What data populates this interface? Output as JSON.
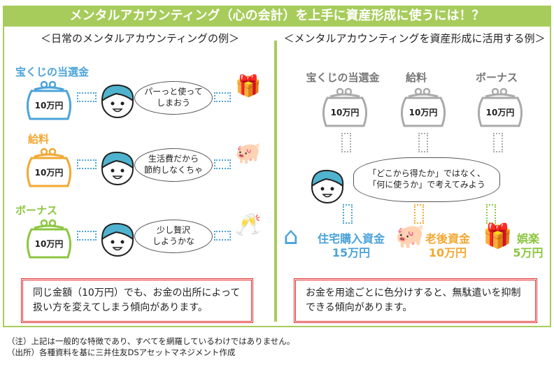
{
  "title": "メンタルアカウンティング（心の会計）を上手に資産形成に使うには！？",
  "left": {
    "subtitle": "＜日常のメンタルアカウンティングの例＞",
    "rows": [
      {
        "label": "宝くじの当選金",
        "amount": "10万円",
        "thought": "パーっと使って\nしまおう",
        "color": "#4ba3d9"
      },
      {
        "label": "給料",
        "amount": "10万円",
        "thought": "生活費だから\n節約しなくちゃ",
        "color": "#f2a832"
      },
      {
        "label": "ボーナス",
        "amount": "10万円",
        "thought": "少し贅沢\nしようかな",
        "color": "#8cc63f"
      }
    ],
    "note": "同じ金額（10万円）でも、お金の出所によって\n扱い方を変えてしまう傾向があります。"
  },
  "right": {
    "subtitle": "＜メンタルアカウンティングを資産形成に活用する例＞",
    "sources": [
      {
        "label": "宝くじの当選金",
        "amount": "10万円"
      },
      {
        "label": "給料",
        "amount": "10万円"
      },
      {
        "label": "ボーナス",
        "amount": "10万円"
      }
    ],
    "thought": "「どこから得たか」ではなく、\n「何に使うか」で考えてみよう",
    "uses": [
      {
        "label": "住宅購入資金",
        "amount": "15万円",
        "color": "#4ba3d9"
      },
      {
        "label": "老後資金",
        "amount": "10万円",
        "color": "#f2a832"
      },
      {
        "label": "娯楽",
        "amount": "5万円",
        "color": "#8cc63f"
      }
    ],
    "note": "お金を用途ごとに色分けすると、無駄遣いを抑制\nできる傾向があります。"
  },
  "footnotes": [
    "（注）上記は一般的な特徴であり、すべてを網羅しているわけではありません。",
    "（出所）各種資料を基に三井住友DSアセットマネジメント作成"
  ]
}
